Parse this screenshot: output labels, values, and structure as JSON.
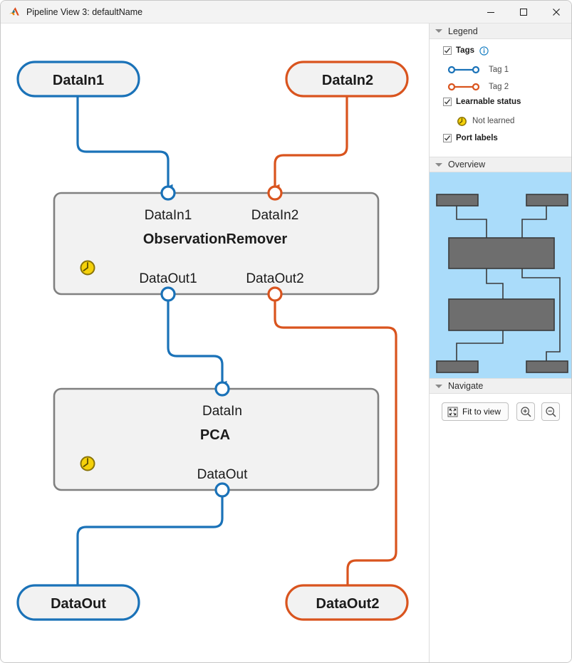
{
  "window": {
    "title": "Pipeline View 3: defaultName",
    "app_icon": "matlab-logo-icon",
    "minimize_label": "—",
    "maximize_label": "□",
    "close_label": "✕"
  },
  "colors": {
    "tag1_blue": "#1a72b8",
    "tag2_orange": "#d9541e",
    "block_border": "#808080",
    "block_fill": "#f2f2f2",
    "pill_fill": "#f2f2f2",
    "badge_yellow": "#f5d10a",
    "badge_ring": "#8a7408",
    "overview_bg": "#aadcfa",
    "overview_block": "#6e6e6e",
    "panel_header": "#f0f0f0"
  },
  "canvas": {
    "input_pills": [
      {
        "label": "DataIn1",
        "color": "tag1_blue"
      },
      {
        "label": "DataIn2",
        "color": "tag2_orange"
      }
    ],
    "output_pills": [
      {
        "label": "DataOut",
        "color": "tag1_blue"
      },
      {
        "label": "DataOut2",
        "color": "tag2_orange"
      }
    ],
    "blocks": [
      {
        "name": "ObservationRemover",
        "status_badge": "not-learned-clock-icon",
        "input_ports": [
          "DataIn1",
          "DataIn2"
        ],
        "output_ports": [
          "DataOut1",
          "DataOut2"
        ]
      },
      {
        "name": "PCA",
        "status_badge": "not-learned-clock-icon",
        "input_ports": [
          "DataIn"
        ],
        "output_ports": [
          "DataOut"
        ]
      }
    ]
  },
  "legend": {
    "header": "Legend",
    "tags": {
      "label": "Tags",
      "checked": true,
      "info_icon": "info-circle-icon",
      "items": [
        {
          "label": "Tag 1",
          "color": "#1a72b8"
        },
        {
          "label": "Tag 2",
          "color": "#d9541e"
        }
      ]
    },
    "learnable_status": {
      "label": "Learnable status",
      "checked": true,
      "items": [
        {
          "label": "Not learned",
          "icon": "clock-icon"
        }
      ]
    },
    "port_labels": {
      "label": "Port labels",
      "checked": true
    }
  },
  "overview": {
    "header": "Overview"
  },
  "navigate": {
    "header": "Navigate",
    "fit_to_view_label": "Fit to view",
    "fit_to_view_icon": "fit-to-view-icon",
    "zoom_in_icon": "zoom-in-icon",
    "zoom_out_icon": "zoom-out-icon"
  }
}
